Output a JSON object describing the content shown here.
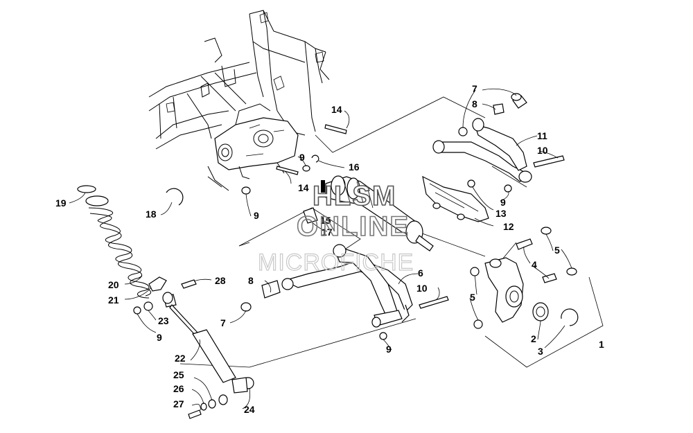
{
  "watermark": {
    "line1": "HLSM",
    "line2": "ONLINE",
    "line3": "MICROFICHE"
  },
  "callouts": [
    {
      "id": "c1",
      "label": "1"
    },
    {
      "id": "c2",
      "label": "2"
    },
    {
      "id": "c3",
      "label": "3"
    },
    {
      "id": "c4",
      "label": "4"
    },
    {
      "id": "c5a",
      "label": "5"
    },
    {
      "id": "c5b",
      "label": "5"
    },
    {
      "id": "c6",
      "label": "6"
    },
    {
      "id": "c7a",
      "label": "7"
    },
    {
      "id": "c7b",
      "label": "7"
    },
    {
      "id": "c8a",
      "label": "8"
    },
    {
      "id": "c8b",
      "label": "8"
    },
    {
      "id": "c9a",
      "label": "9"
    },
    {
      "id": "c9b",
      "label": "9"
    },
    {
      "id": "c9c",
      "label": "9"
    },
    {
      "id": "c9d",
      "label": "9"
    },
    {
      "id": "c9e",
      "label": "9"
    },
    {
      "id": "c10a",
      "label": "10"
    },
    {
      "id": "c10b",
      "label": "10"
    },
    {
      "id": "c11",
      "label": "11"
    },
    {
      "id": "c12",
      "label": "12"
    },
    {
      "id": "c13",
      "label": "13"
    },
    {
      "id": "c14a",
      "label": "14"
    },
    {
      "id": "c14b",
      "label": "14"
    },
    {
      "id": "c15",
      "label": "15"
    },
    {
      "id": "c16",
      "label": "16"
    },
    {
      "id": "c17",
      "label": "17"
    },
    {
      "id": "c18",
      "label": "18"
    },
    {
      "id": "c19",
      "label": "19"
    },
    {
      "id": "c20",
      "label": "20"
    },
    {
      "id": "c21",
      "label": "21"
    },
    {
      "id": "c22",
      "label": "22"
    },
    {
      "id": "c23",
      "label": "23"
    },
    {
      "id": "c24",
      "label": "24"
    },
    {
      "id": "c25",
      "label": "25"
    },
    {
      "id": "c26",
      "label": "26"
    },
    {
      "id": "c27",
      "label": "27"
    },
    {
      "id": "c28",
      "label": "28"
    }
  ]
}
